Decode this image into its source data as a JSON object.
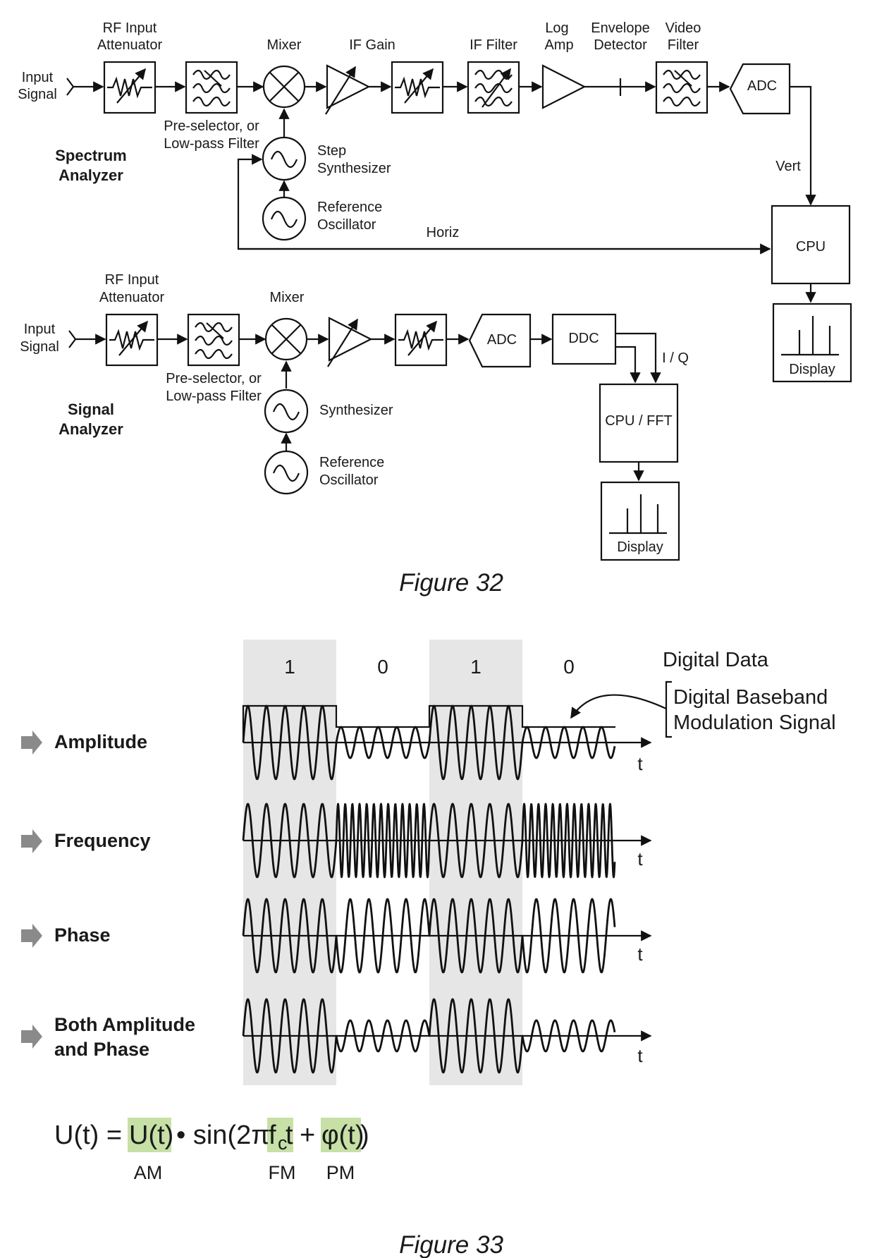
{
  "figure32": {
    "caption": "Figure 32",
    "spectrum": {
      "title_line1": "Spectrum",
      "title_line2": "Analyzer",
      "input_line1": "Input",
      "input_line2": "Signal",
      "rf_att_line1": "RF Input",
      "rf_att_line2": "Attenuator",
      "mixer": "Mixer",
      "if_gain": "IF Gain",
      "if_filter": "IF Filter",
      "log_amp_line1": "Log",
      "log_amp_line2": "Amp",
      "env_det_line1": "Envelope",
      "env_det_line2": "Detector",
      "video_filter_line1": "Video",
      "video_filter_line2": "Filter",
      "adc": "ADC",
      "preselector_line1": "Pre-selector, or",
      "preselector_line2": "Low-pass Filter",
      "step_synth_line1": "Step",
      "step_synth_line2": "Synthesizer",
      "ref_osc_line1": "Reference",
      "ref_osc_line2": "Oscillator",
      "horiz": "Horiz",
      "vert": "Vert",
      "cpu": "CPU",
      "display": "Display"
    },
    "signal": {
      "title_line1": "Signal",
      "title_line2": "Analyzer",
      "input_line1": "Input",
      "input_line2": "Signal",
      "rf_att_line1": "RF Input",
      "rf_att_line2": "Attenuator",
      "mixer": "Mixer",
      "adc": "ADC",
      "ddc": "DDC",
      "iq": "I / Q",
      "preselector_line1": "Pre-selector, or",
      "preselector_line2": "Low-pass Filter",
      "synth": "Synthesizer",
      "ref_osc_line1": "Reference",
      "ref_osc_line2": "Oscillator",
      "cpu_fft": "CPU / FFT",
      "display": "Display"
    }
  },
  "figure33": {
    "caption": "Figure 33",
    "bits": [
      "1",
      "0",
      "1",
      "0"
    ],
    "digital_data": "Digital Data",
    "baseband_line1": "Digital Baseband",
    "baseband_line2": "Modulation Signal",
    "rows": [
      {
        "label_line1": "Amplitude",
        "label_line2": "",
        "t": "t"
      },
      {
        "label_line1": "Frequency",
        "label_line2": "",
        "t": "t"
      },
      {
        "label_line1": "Phase",
        "label_line2": "",
        "t": "t"
      },
      {
        "label_line1": "Both Amplitude",
        "label_line2": "and Phase",
        "t": "t"
      }
    ],
    "equation": {
      "lhs": "U(t) =",
      "am_term": "U(t)",
      "dot_sin": "• sin(2π",
      "fc_f": "f",
      "fc_sub": "c",
      "t_char": "t",
      "plus": "+",
      "pm_term": "φ(t)",
      "close": ")",
      "am": "AM",
      "fm": "FM",
      "pm": "PM"
    },
    "highlight_color": "#c6e0a6",
    "shade_color": "#e6e6e6"
  }
}
